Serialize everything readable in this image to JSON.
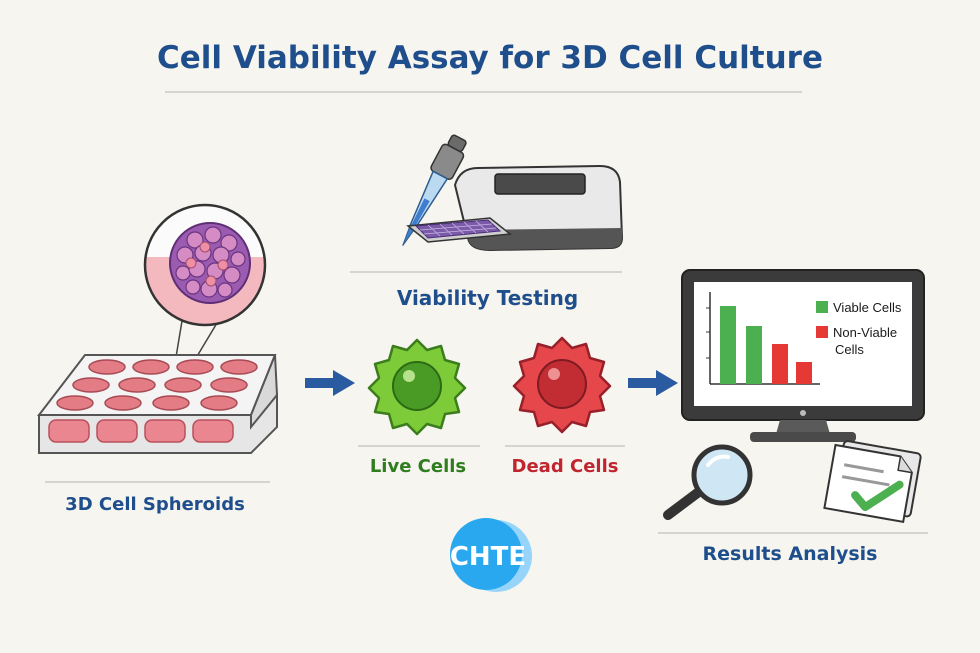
{
  "title": "Cell Viability Assay for 3D Cell Culture",
  "steps": {
    "spheroids": "3D Cell Spheroids",
    "testing": "Viability Testing",
    "live": "Live Cells",
    "dead": "Dead Cells",
    "results": "Results Analysis"
  },
  "legend": {
    "viable": "Viable Cells",
    "non_viable_line1": "Non-Viable",
    "non_viable_line2": "Cells"
  },
  "logo_text": "CHTE",
  "colors": {
    "title": "#1f4e8c",
    "live": "#2f7d1e",
    "dead": "#c0252f",
    "arrow": "#2a5aa0",
    "viable_bar": "#4caf50",
    "non_viable_bar": "#e53935"
  }
}
